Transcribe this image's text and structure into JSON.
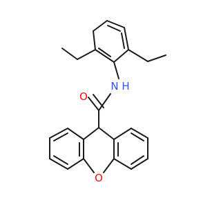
{
  "molecule": {
    "atoms": [
      {
        "label": "O",
        "color": "#ff0d0d"
      },
      {
        "label": "N",
        "color": "#3050f8"
      },
      {
        "label": "H",
        "color": "#3050f8"
      },
      {
        "label": "O",
        "color": "#ff0d0d"
      }
    ],
    "bond_color": "#1a1a1a",
    "background": "#ffffff"
  }
}
